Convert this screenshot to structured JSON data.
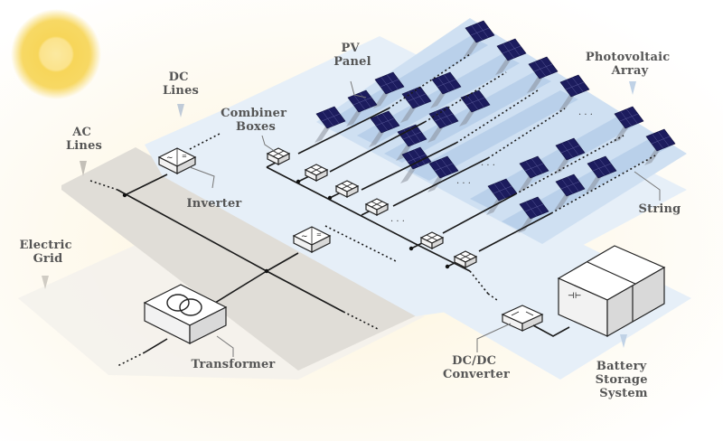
{
  "diagram": {
    "title": "Photovoltaic power system with battery storage",
    "labels": {
      "dc_lines": [
        "DC",
        "Lines"
      ],
      "ac_lines": [
        "AC",
        "Lines"
      ],
      "pv_panel": [
        "PV",
        "Panel"
      ],
      "photovoltaic_array": [
        "Photovoltaic",
        "Array"
      ],
      "combiner_boxes": [
        "Combiner",
        "Boxes"
      ],
      "inverter": "Inverter",
      "string": "String",
      "electric_grid": [
        "Electric",
        "Grid"
      ],
      "transformer": "Transformer",
      "dc_dc_converter": [
        "DC/DC",
        "Converter"
      ],
      "battery_storage_system": [
        "Battery",
        "Storage",
        "System"
      ]
    },
    "ellipsis": "· · ·",
    "colors": {
      "sun": "#f6d24a",
      "sun_core": "#fbe38c",
      "dc_zone": "#e6eff8",
      "pv_zone": "#cfe0f2",
      "ac_zone": "#e0ddd7",
      "grid_zone": "#f3f1ec",
      "battery_zone": "#e6eff8",
      "panel": "#1c1c5e",
      "wire": "#1a1a1a",
      "label": "#555555"
    },
    "components": [
      {
        "id": "sun",
        "icon": "sun-icon"
      },
      {
        "id": "inverter-main",
        "icon": "inverter-icon"
      },
      {
        "id": "inverter-secondary",
        "icon": "inverter-icon"
      },
      {
        "id": "transformer",
        "icon": "transformer-icon"
      },
      {
        "id": "dc-dc-converter",
        "icon": "dc-dc-converter-icon"
      },
      {
        "id": "battery",
        "icon": "battery-icon"
      }
    ]
  }
}
